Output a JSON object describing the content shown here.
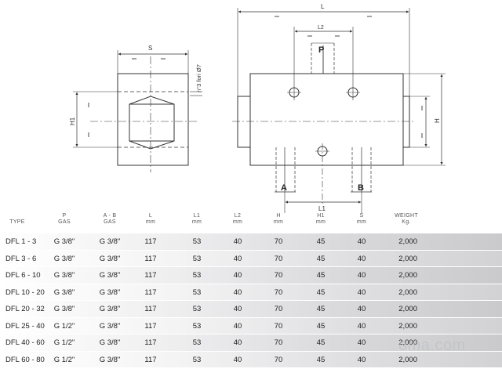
{
  "drawing": {
    "dim_L": "L",
    "dim_L2": "L2",
    "dim_P": "P",
    "dim_S": "S",
    "dim_H1": "H1",
    "dim_H": "H",
    "dim_L1": "L1",
    "port_A": "A",
    "port_B": "B",
    "holes_note": "n°3 fori Ø7",
    "dash": "=",
    "line_color": "#333333",
    "axis_color": "#444444"
  },
  "table": {
    "headers": [
      {
        "top": "",
        "bottom": "TYPE"
      },
      {
        "top": "P",
        "bottom": "GAS"
      },
      {
        "top": "A - B",
        "bottom": "GAS"
      },
      {
        "top": "L",
        "bottom": "mm"
      },
      {
        "top": "L1",
        "bottom": "mm"
      },
      {
        "top": "L2",
        "bottom": "mm"
      },
      {
        "top": "H",
        "bottom": "mm"
      },
      {
        "top": "H1",
        "bottom": "mm"
      },
      {
        "top": "S",
        "bottom": "mm"
      },
      {
        "top": "WEIGHT",
        "bottom": "Kg."
      }
    ],
    "rows": [
      [
        "DFL 1 - 3",
        "G 3/8\"",
        "G 3/8\"",
        "117",
        "53",
        "40",
        "70",
        "45",
        "40",
        "2,000"
      ],
      [
        "DFL 3 - 6",
        "G 3/8\"",
        "G 3/8\"",
        "117",
        "53",
        "40",
        "70",
        "45",
        "40",
        "2,000"
      ],
      [
        "DFL 6 - 10",
        "G 3/8\"",
        "G 3/8\"",
        "117",
        "53",
        "40",
        "70",
        "45",
        "40",
        "2,000"
      ],
      [
        "DFL 10 - 20",
        "G 3/8\"",
        "G 3/8\"",
        "117",
        "53",
        "40",
        "70",
        "45",
        "40",
        "2,000"
      ],
      [
        "DFL 20 - 32",
        "G 3/8\"",
        "G 3/8\"",
        "117",
        "53",
        "40",
        "70",
        "45",
        "40",
        "2,000"
      ],
      [
        "DFL 25 - 40",
        "G 1/2\"",
        "G 3/8\"",
        "117",
        "53",
        "40",
        "70",
        "45",
        "40",
        "2,000"
      ],
      [
        "DFL 40 - 60",
        "G 1/2\"",
        "G 3/8\"",
        "117",
        "53",
        "40",
        "70",
        "45",
        "40",
        "2,000"
      ],
      [
        "DFL 60 - 80",
        "G 1/2\"",
        "G 3/8\"",
        "117",
        "53",
        "40",
        "70",
        "45",
        "40",
        "2,000"
      ]
    ]
  },
  "watermark": "oma.com"
}
